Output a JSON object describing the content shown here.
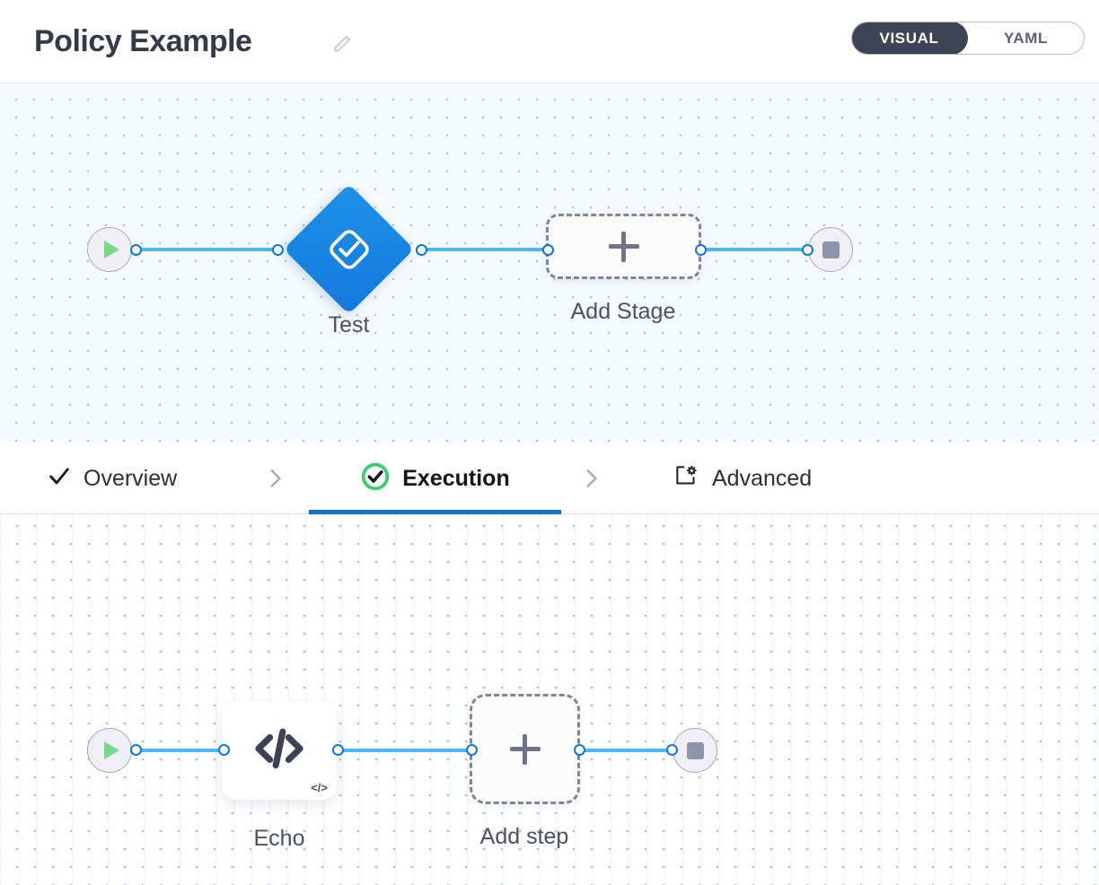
{
  "header": {
    "title": "Policy Example",
    "edit_icon": "pencil-icon",
    "mode_toggle": {
      "options": [
        "VISUAL",
        "YAML"
      ],
      "selected": "VISUAL",
      "active_bg": "#3f4455"
    }
  },
  "stage_canvas": {
    "name": "stage-graph",
    "background": "#f4fafd",
    "edge_color": "#4ab9f2",
    "nodes": [
      {
        "id": "start",
        "type": "start",
        "icon": "play-icon",
        "label": ""
      },
      {
        "id": "test",
        "type": "stage",
        "icon": "checked-square-icon",
        "label": "Test",
        "color": "#1478dd"
      },
      {
        "id": "add-stage",
        "type": "add",
        "icon": "plus-icon",
        "label": "Add Stage"
      },
      {
        "id": "end",
        "type": "end",
        "icon": "stop-icon",
        "label": ""
      }
    ]
  },
  "tabs": {
    "items": [
      {
        "label": "Overview",
        "icon": "check-icon",
        "active": false
      },
      {
        "label": "Execution",
        "icon": "check-circle-icon",
        "active": true
      },
      {
        "label": "Advanced",
        "icon": "square-gear-icon",
        "active": false
      }
    ],
    "separator_icon": "chevron-right-icon",
    "active_underline_color": "#1471c9",
    "active_check_color": "#3ecd6e"
  },
  "step_canvas": {
    "name": "execution-graph",
    "background": "#ffffff",
    "edge_color": "#4ab9f2",
    "nodes": [
      {
        "id": "start",
        "type": "start",
        "icon": "play-icon",
        "label": ""
      },
      {
        "id": "echo",
        "type": "step",
        "icon": "code-icon",
        "label": "Echo",
        "badge": "</>"
      },
      {
        "id": "add-step",
        "type": "add",
        "icon": "plus-icon",
        "label": "Add step"
      },
      {
        "id": "end",
        "type": "end",
        "icon": "stop-icon",
        "label": ""
      }
    ]
  }
}
